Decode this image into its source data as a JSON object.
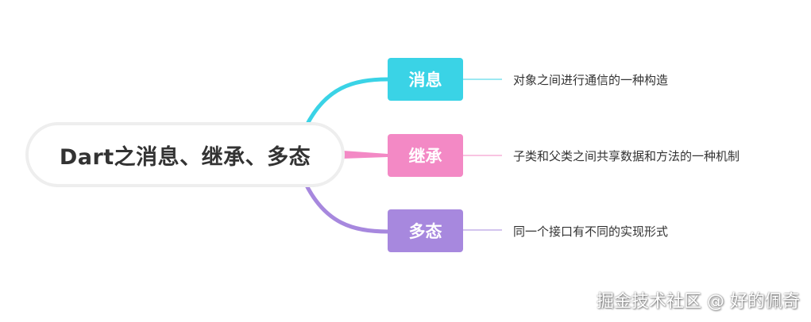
{
  "root": {
    "title": "Dart之消息、继承、多态"
  },
  "branches": [
    {
      "label": "消息",
      "color": "#3ad3e6",
      "description": "对象之间进行通信的一种构造"
    },
    {
      "label": "继承",
      "color": "#f389c5",
      "description": "子类和父类之间共享数据和方法的一种机制"
    },
    {
      "label": "多态",
      "color": "#a788de",
      "description": "同一个接口有不同的实现形式"
    }
  ],
  "watermark": "掘金技术社区 @ 好的佩奇"
}
